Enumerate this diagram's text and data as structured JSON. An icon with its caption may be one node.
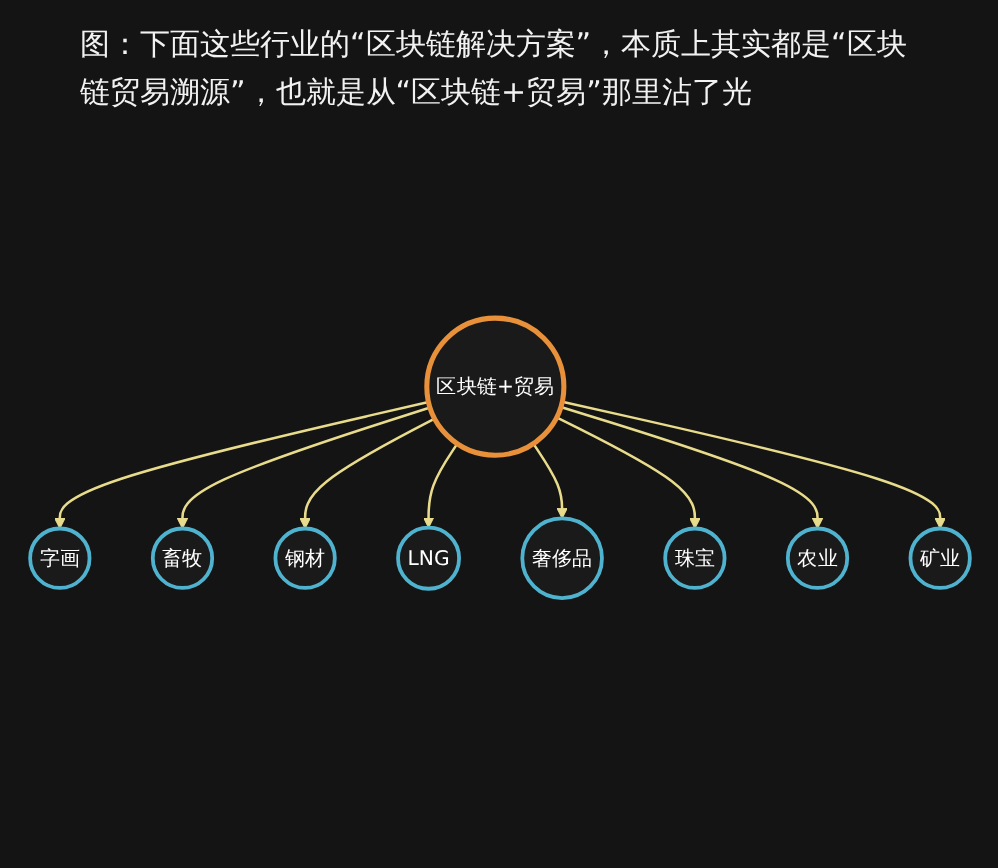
{
  "diagram": {
    "title": "图：下面这些行业的“区块链解决方案”，本质上其实都是“区块链贸易溯源”，也就是从“区块链+贸易”那里沾了光",
    "nodes": [
      {
        "text": [
          "区块链+贸易"
        ]
      },
      {
        "text": [
          "字画"
        ]
      },
      {
        "text": [
          "畜牧"
        ]
      },
      {
        "text": [
          "钢材"
        ]
      },
      {
        "text": [
          "LNG"
        ]
      },
      {
        "text": [
          "奢侈品"
        ]
      },
      {
        "text": [
          "珠宝"
        ]
      },
      {
        "text": [
          "农业"
        ]
      },
      {
        "text": [
          "矿业"
        ]
      }
    ],
    "edges": [
      {
        "from": 0,
        "to": 1,
        "arrow": "to"
      },
      {
        "from": 0,
        "to": 2,
        "arrow": "to"
      },
      {
        "from": 0,
        "to": 3,
        "arrow": "to"
      },
      {
        "from": 0,
        "to": 4,
        "arrow": "to"
      },
      {
        "from": 0,
        "to": 5,
        "arrow": "to"
      },
      {
        "from": 0,
        "to": 6,
        "arrow": "to"
      },
      {
        "from": 0,
        "to": 7,
        "arrow": "to"
      },
      {
        "from": 0,
        "to": 8,
        "arrow": "to"
      }
    ]
  }
}
